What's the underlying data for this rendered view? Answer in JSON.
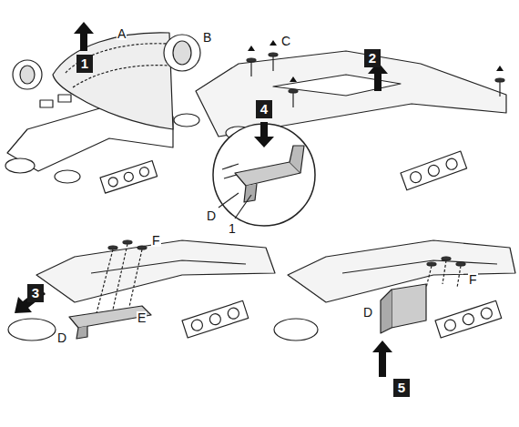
{
  "diagram": {
    "labels": [
      "1",
      "A",
      "B",
      "C",
      "2",
      "4",
      "D",
      "1",
      "F",
      "3",
      "E",
      "D",
      "D",
      "F",
      "5"
    ]
  }
}
